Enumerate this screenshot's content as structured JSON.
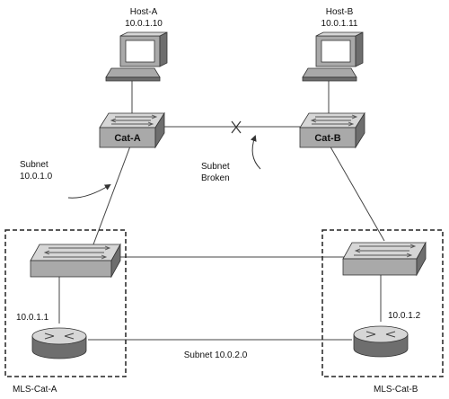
{
  "hosts": {
    "a": {
      "name": "Host-A",
      "ip": "10.0.1.10"
    },
    "b": {
      "name": "Host-B",
      "ip": "10.0.1.11"
    }
  },
  "switches": {
    "a": {
      "label": "Cat-A"
    },
    "b": {
      "label": "Cat-B"
    }
  },
  "annotations": {
    "subnet_left": {
      "line1": "Subnet",
      "line2": "10.0.1.0"
    },
    "subnet_broken": {
      "line1": "Subnet",
      "line2": "Broken"
    },
    "router_a_ip": "10.0.1.1",
    "router_b_ip": "10.0.1.2",
    "bottom_subnet": "Subnet 10.0.2.0"
  },
  "groups": {
    "mls_a": "MLS-Cat-A",
    "mls_b": "MLS-Cat-B"
  },
  "colors": {
    "device_dark": "#6e6e6e",
    "device_mid": "#a9a9a9",
    "device_light": "#d6d6d6",
    "line": "#444444"
  }
}
